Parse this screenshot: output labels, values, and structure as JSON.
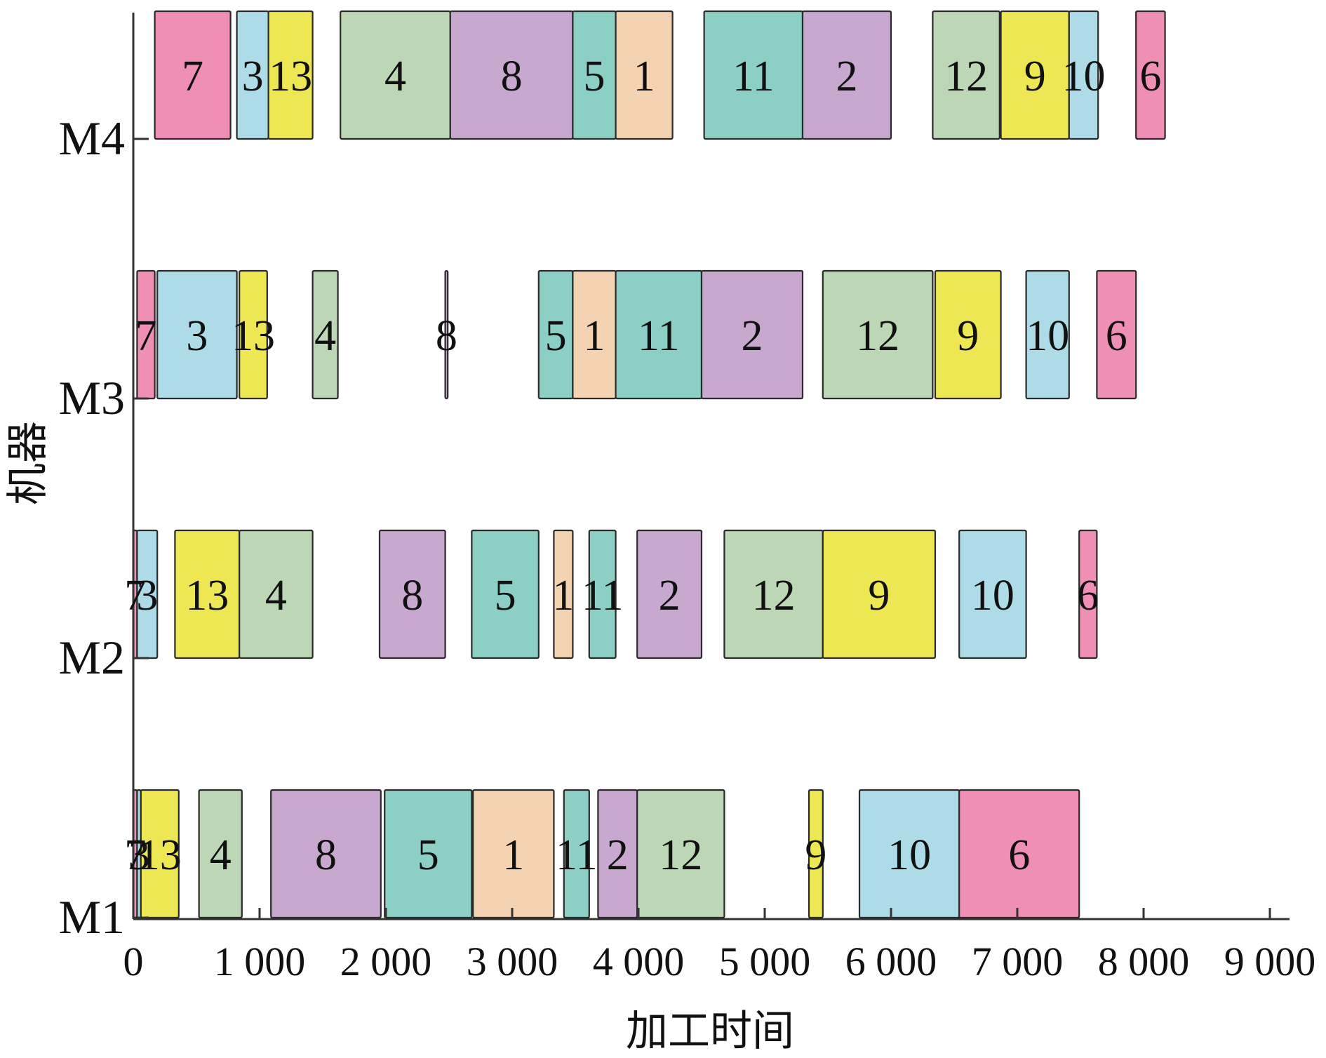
{
  "chart_data": {
    "type": "bar",
    "subtype": "gantt",
    "title": "",
    "xlabel": "加工时间",
    "ylabel": "机器",
    "xlim": [
      0,
      9000
    ],
    "x_ticks": [
      0,
      1000,
      2000,
      3000,
      4000,
      5000,
      6000,
      7000,
      8000,
      9000
    ],
    "x_tick_labels": [
      "0",
      "1 000",
      "2 000",
      "3 000",
      "4 000",
      "5 000",
      "6 000",
      "7 000",
      "8 000",
      "9 000"
    ],
    "categories": [
      "M1",
      "M2",
      "M3",
      "M4"
    ],
    "grid": false,
    "legend": "none",
    "job_colors": {
      "1": "#f3d3b1",
      "2": "#c8a8cf",
      "3": "#aedbe8",
      "4": "#bcd6b6",
      "5": "#8ccfc4",
      "6": "#f08fb6",
      "7": "#f08fb6",
      "8": "#c8a8cf",
      "9": "#ece752",
      "10": "#aedbe8",
      "11": "#8ccfc4",
      "12": "#bcd6b6",
      "13": "#ece752"
    },
    "series": [
      {
        "machine": "M1",
        "tasks": [
          {
            "job": "7",
            "start": 0,
            "end": 30
          },
          {
            "job": "3",
            "start": 30,
            "end": 60
          },
          {
            "job": "13",
            "start": 60,
            "end": 360
          },
          {
            "job": "4",
            "start": 520,
            "end": 860
          },
          {
            "job": "8",
            "start": 1090,
            "end": 1960
          },
          {
            "job": "5",
            "start": 1990,
            "end": 2680
          },
          {
            "job": "1",
            "start": 2690,
            "end": 3330
          },
          {
            "job": "11",
            "start": 3410,
            "end": 3610
          },
          {
            "job": "2",
            "start": 3680,
            "end": 3990
          },
          {
            "job": "12",
            "start": 3990,
            "end": 4680
          },
          {
            "job": "9",
            "start": 5350,
            "end": 5460
          },
          {
            "job": "10",
            "start": 5750,
            "end": 6540
          },
          {
            "job": "6",
            "start": 6540,
            "end": 7490
          }
        ]
      },
      {
        "machine": "M2",
        "tasks": [
          {
            "job": "7",
            "start": 0,
            "end": 30
          },
          {
            "job": "3",
            "start": 30,
            "end": 190
          },
          {
            "job": "13",
            "start": 330,
            "end": 840
          },
          {
            "job": "4",
            "start": 840,
            "end": 1420
          },
          {
            "job": "8",
            "start": 1950,
            "end": 2470
          },
          {
            "job": "5",
            "start": 2680,
            "end": 3210
          },
          {
            "job": "1",
            "start": 3330,
            "end": 3480
          },
          {
            "job": "11",
            "start": 3610,
            "end": 3820
          },
          {
            "job": "2",
            "start": 3990,
            "end": 4500
          },
          {
            "job": "12",
            "start": 4680,
            "end": 5460
          },
          {
            "job": "9",
            "start": 5460,
            "end": 6350
          },
          {
            "job": "10",
            "start": 6540,
            "end": 7070
          },
          {
            "job": "6",
            "start": 7490,
            "end": 7630
          }
        ]
      },
      {
        "machine": "M3",
        "tasks": [
          {
            "job": "7",
            "start": 30,
            "end": 170
          },
          {
            "job": "3",
            "start": 190,
            "end": 820
          },
          {
            "job": "13",
            "start": 840,
            "end": 1060
          },
          {
            "job": "4",
            "start": 1420,
            "end": 1620
          },
          {
            "job": "8",
            "start": 2470,
            "end": 2490
          },
          {
            "job": "5",
            "start": 3210,
            "end": 3480
          },
          {
            "job": "1",
            "start": 3480,
            "end": 3820
          },
          {
            "job": "11",
            "start": 3820,
            "end": 4500
          },
          {
            "job": "2",
            "start": 4500,
            "end": 5300
          },
          {
            "job": "12",
            "start": 5460,
            "end": 6330
          },
          {
            "job": "9",
            "start": 6350,
            "end": 6870
          },
          {
            "job": "10",
            "start": 7070,
            "end": 7410
          },
          {
            "job": "6",
            "start": 7630,
            "end": 7940
          }
        ]
      },
      {
        "machine": "M4",
        "tasks": [
          {
            "job": "7",
            "start": 170,
            "end": 770
          },
          {
            "job": "3",
            "start": 820,
            "end": 1070
          },
          {
            "job": "13",
            "start": 1070,
            "end": 1420
          },
          {
            "job": "4",
            "start": 1640,
            "end": 2510
          },
          {
            "job": "8",
            "start": 2510,
            "end": 3480
          },
          {
            "job": "5",
            "start": 3480,
            "end": 3820
          },
          {
            "job": "1",
            "start": 3820,
            "end": 4270
          },
          {
            "job": "11",
            "start": 4520,
            "end": 5300
          },
          {
            "job": "2",
            "start": 5300,
            "end": 6000
          },
          {
            "job": "12",
            "start": 6330,
            "end": 6860
          },
          {
            "job": "9",
            "start": 6870,
            "end": 7410
          },
          {
            "job": "10",
            "start": 7410,
            "end": 7640
          },
          {
            "job": "6",
            "start": 7940,
            "end": 8170
          }
        ]
      }
    ]
  }
}
